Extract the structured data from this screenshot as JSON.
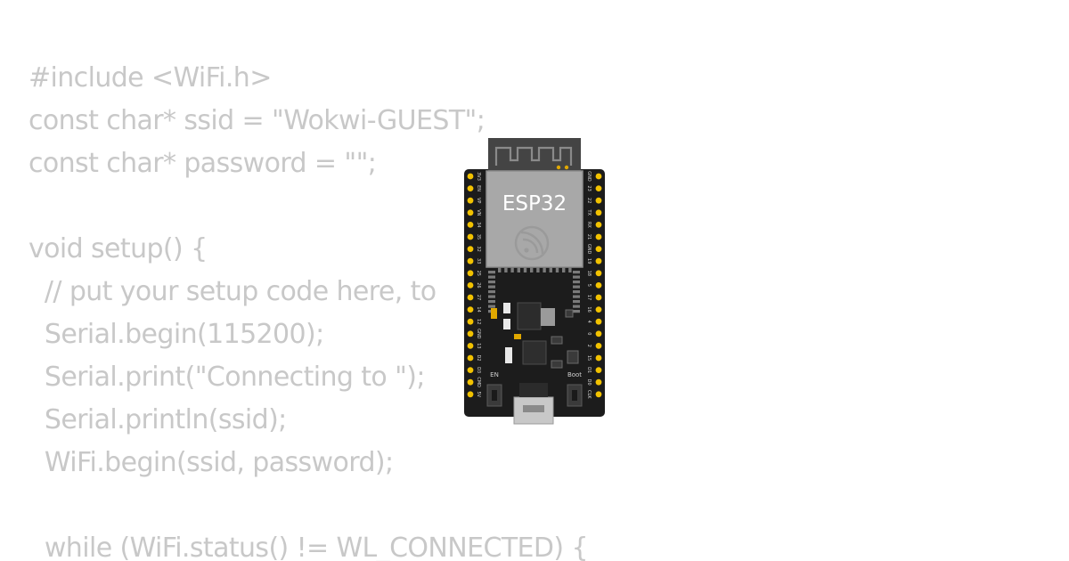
{
  "code": {
    "lines": [
      "#include <WiFi.h>",
      "const char* ssid = \"Wokwi-GUEST\";",
      "const char* password = \"\";",
      "",
      "void setup() {",
      "  // put your setup code here, to",
      "  Serial.begin(115200);",
      "  Serial.print(\"Connecting to \");",
      "  Serial.println(ssid);",
      "  WiFi.begin(ssid, password);",
      "",
      "  while (WiFi.status() != WL_CONNECTED) {"
    ]
  },
  "board": {
    "name": "ESP32",
    "pins_left": [
      "3V3",
      "EN",
      "VP",
      "VN",
      "34",
      "35",
      "32",
      "33",
      "25",
      "26",
      "27",
      "14",
      "12",
      "GND",
      "13",
      "D2",
      "D3",
      "CMD",
      "5V"
    ],
    "pins_right": [
      "GND",
      "23",
      "22",
      "TX",
      "RX",
      "21",
      "GND",
      "19",
      "18",
      "5",
      "17",
      "16",
      "4",
      "0",
      "2",
      "15",
      "D1",
      "D0",
      "CLK"
    ],
    "label_en": "EN",
    "label_boot": "Boot",
    "colors": {
      "pcb": "#1c1c1c",
      "module": "#a8a8a8",
      "pin": "#f2c200",
      "antenna": "#444444"
    }
  }
}
